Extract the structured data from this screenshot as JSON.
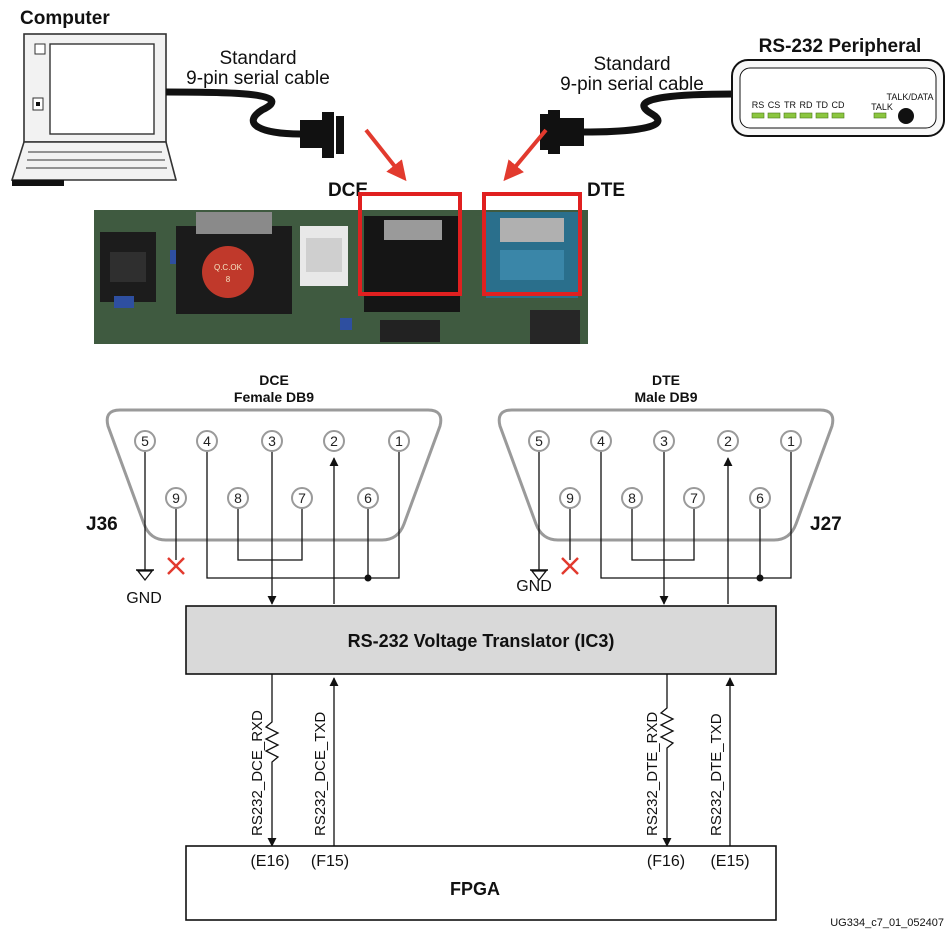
{
  "computer": {
    "label": "Computer"
  },
  "left_cable": {
    "line1": "Standard",
    "line2": "9-pin serial cable"
  },
  "right_cable": {
    "line1": "Standard",
    "line2": "9-pin serial cable"
  },
  "peripheral": {
    "title": "RS-232 Peripheral",
    "leds": [
      "RS",
      "CS",
      "TR",
      "RD",
      "TD",
      "CD"
    ],
    "talk_label": "TALK",
    "talk_data_label": "TALK/DATA"
  },
  "photo_labels": {
    "dce": "DCE",
    "dte": "DTE",
    "stamp_line1": "Q.C.OK",
    "stamp_line2": "8"
  },
  "connectors": {
    "dce": {
      "line1": "DCE",
      "line2": "Female DB9",
      "ref": "J36",
      "gnd": "GND",
      "pins_top": [
        "5",
        "4",
        "3",
        "2",
        "1"
      ],
      "pins_bottom": [
        "9",
        "8",
        "7",
        "6"
      ]
    },
    "dte": {
      "line1": "DTE",
      "line2": "Male DB9",
      "ref": "J27",
      "gnd": "GND",
      "pins_top": [
        "5",
        "4",
        "3",
        "2",
        "1"
      ],
      "pins_bottom": [
        "9",
        "8",
        "7",
        "6"
      ]
    }
  },
  "translator": {
    "label": "RS-232 Voltage Translator (IC3)"
  },
  "signals": {
    "dce_rxd": "RS232_DCE_RXD",
    "dce_txd": "RS232_DCE_TXD",
    "dte_rxd": "RS232_DTE_RXD",
    "dte_txd": "RS232_DTE_TXD"
  },
  "fpga": {
    "label": "FPGA",
    "pin_e16": "(E16)",
    "pin_f15": "(F15)",
    "pin_f16": "(F16)",
    "pin_e15": "(E15)"
  },
  "figure_id": "UG334_c7_01_052407",
  "colors": {
    "arrow_red": "#e23a2e",
    "box_fill": "#d9d9d9",
    "led_green": "#8bc63f",
    "db9_outline": "#9a9a9a"
  }
}
